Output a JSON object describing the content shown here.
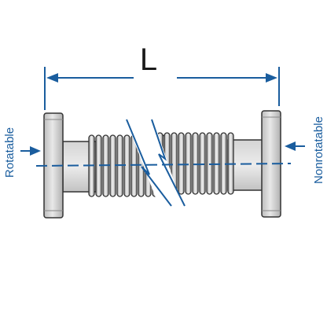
{
  "diagram": {
    "title": "",
    "dimension": {
      "label": "L"
    },
    "ends": {
      "left": {
        "label": "Rotatable"
      },
      "right": {
        "label": "Nonrotatable"
      }
    },
    "colors": {
      "annotation_blue": "#1a5d9e",
      "metal_light": "#e6e6e6",
      "metal_mid": "#c9c9c9",
      "metal_dark": "#a9a9a9",
      "outline": "#333333"
    }
  }
}
